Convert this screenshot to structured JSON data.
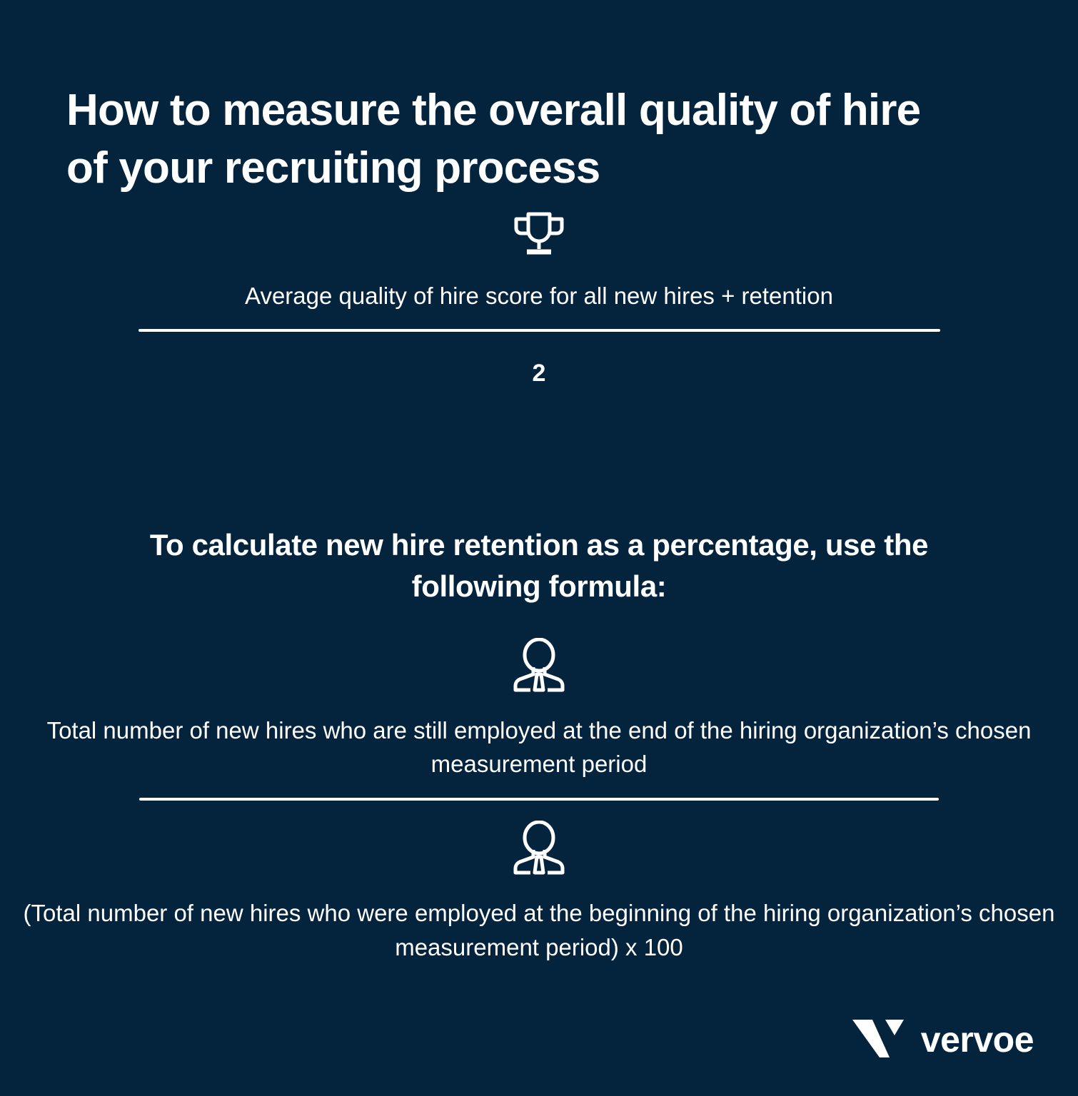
{
  "theme": {
    "background_color": "#04243d",
    "text_color": "#ffffff",
    "rule_color": "#ffffff"
  },
  "header": {
    "title": "How to measure the overall quality of hire of your recruiting process"
  },
  "formula_one": {
    "icon": "trophy-icon",
    "numerator": "Average quality of hire score for all new hires + retention",
    "denominator": "2"
  },
  "section_two": {
    "heading": "To calculate new hire retention as a percentage, use the following formula:",
    "numerator_icon": "person-with-tie-icon",
    "numerator": "Total number of new hires who are still employed at the end of the hiring organization’s chosen measurement period",
    "denominator_icon": "person-with-tie-icon",
    "denominator": "(Total number of new hires who were employed at the beginning of the hiring organization’s chosen measurement period) x 100"
  },
  "footer": {
    "logo_mark": "vervoe-v-mark-icon",
    "logo_wordmark": "vervoe"
  }
}
